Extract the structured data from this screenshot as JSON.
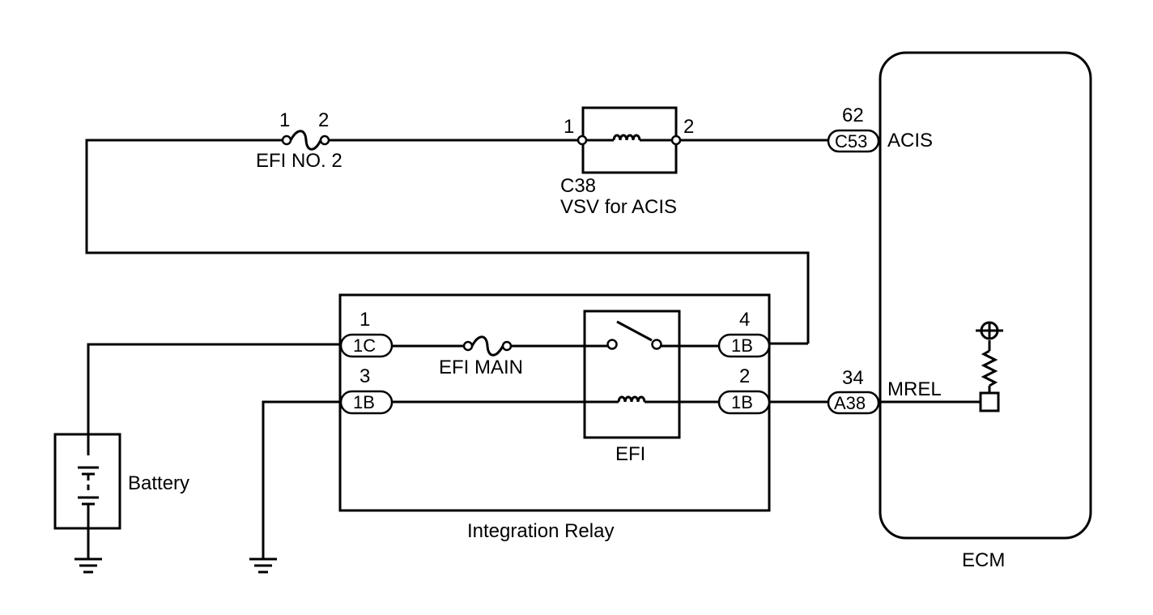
{
  "fuse_efi_no2": {
    "name": "EFI NO. 2",
    "pin_left": "1",
    "pin_right": "2"
  },
  "vsv": {
    "pin_left": "1",
    "pin_right": "2",
    "code": "C38",
    "name": "VSV for ACIS"
  },
  "ecm": {
    "name": "ECM",
    "acis": {
      "pin": "62",
      "connector": "C53",
      "signal": "ACIS"
    },
    "mrel": {
      "pin": "34",
      "connector": "A38",
      "signal": "MREL"
    }
  },
  "integration_relay": {
    "name": "Integration Relay",
    "pin1": {
      "num": "1",
      "connector": "1C"
    },
    "pin3": {
      "num": "3",
      "connector": "1B"
    },
    "pin4": {
      "num": "4",
      "connector": "1B"
    },
    "pin2": {
      "num": "2",
      "connector": "1B"
    },
    "fuse_name": "EFI MAIN",
    "relay_name": "EFI"
  },
  "battery": {
    "name": "Battery"
  }
}
